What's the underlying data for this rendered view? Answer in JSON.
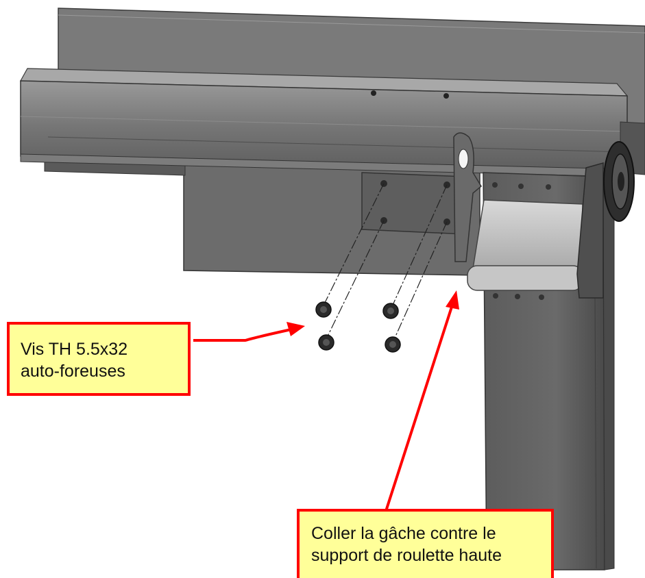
{
  "colors": {
    "callout_border": "#ff0000",
    "callout_fill": "#ffff99",
    "arrow": "#ff0000",
    "metal_dark": "#4a4a4a",
    "metal_mid": "#6e6e6e",
    "metal_light": "#bdbdbd"
  },
  "callouts": {
    "screws": {
      "line1": "Vis TH 5.5x32",
      "line2": "auto-foreuses"
    },
    "strike": {
      "line1": "Coller la gâche contre le",
      "line2": "support de roulette haute"
    }
  }
}
